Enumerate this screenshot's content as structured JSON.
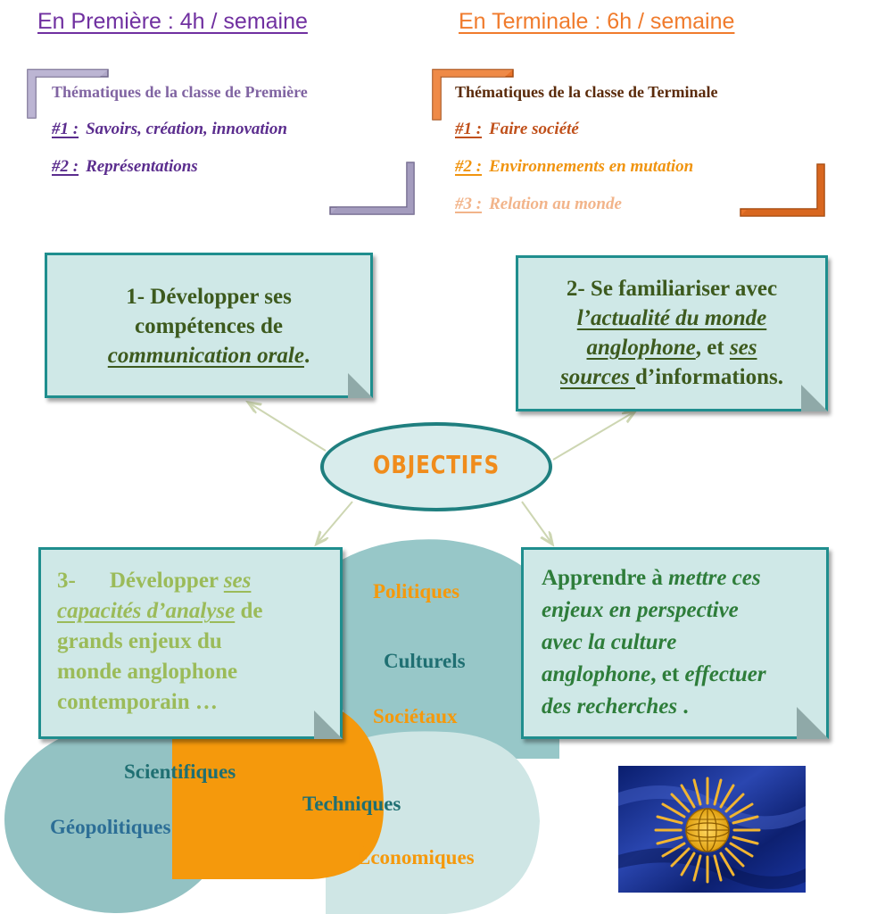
{
  "header": {
    "premiere": "En  Première  :  4h  /  semaine",
    "terminale": "En  Terminale  :  6h  /  semaine"
  },
  "premiere": {
    "title": "Thématiques de la classe de Première",
    "themes": [
      {
        "num": "#1 :",
        "label": "Savoirs, création, innovation"
      },
      {
        "num": "#2 :",
        "label": "Représentations"
      }
    ]
  },
  "terminale": {
    "title": "Thématiques de la classe de Terminale",
    "themes": [
      {
        "num": "#1 :",
        "label": "Faire société"
      },
      {
        "num": "#2 :",
        "label": "Environnements en mutation"
      },
      {
        "num": "#3 :",
        "label": "Relation au monde"
      }
    ]
  },
  "center": {
    "label": "OBJECTIFS"
  },
  "objectives": {
    "o1": {
      "line1": "1- Développer ses",
      "line2": "compétences de",
      "emph": "communication orale",
      "end": "."
    },
    "o2": {
      "line1": "2- Se familiariser avec",
      "emph1a": "l’actualité du monde",
      "emph1b": "anglophone",
      "mid": ", et ",
      "emph2a": "ses",
      "emph2b": "sources ",
      "end": "d’informations."
    },
    "o3": {
      "num": "3-",
      "lead": "Développer",
      "emph_a": "ses",
      "emph_b": "capacités d’analyse",
      "after": " de",
      "l3": "grands enjeux du",
      "l4": "monde anglophone",
      "l5": "contemporain …"
    },
    "o4": {
      "lead": "Apprendre à ",
      "i1": "mettre ces",
      "i2": "enjeux en perspective",
      "i3": "avec la culture",
      "i4": "anglophone",
      "mid": ", et ",
      "i5": "effectuer",
      "i6": "des recherches",
      "end": " ."
    }
  },
  "domains": [
    "Politiques",
    "Culturels",
    "Sociétaux",
    "Scientifiques",
    "Géopolitiques",
    "Techniques",
    "Économiques"
  ],
  "colors": {
    "purple": "#7030a0",
    "lilac": "#8064a2",
    "orange": "#e36c09",
    "brown": "#7f3f00",
    "teal": "#1f8e8e",
    "note_fill": "#cfe8e7",
    "dark_green": "#3d5a1e",
    "light_green": "#9bbb59"
  }
}
